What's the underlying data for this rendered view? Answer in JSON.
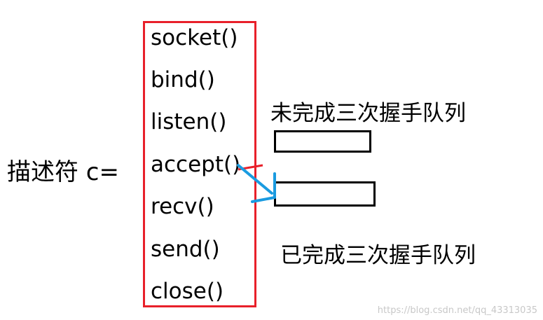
{
  "descriptor_label": "描述符  c=",
  "functions": [
    "socket()",
    "bind()",
    "listen()",
    "accept()",
    "recv()",
    "send()",
    "close()"
  ],
  "incomplete_queue_label": "未完成三次握手队列",
  "complete_queue_label": "已完成三次握手队列",
  "watermark": "https://blog.csdn.net/qq_43313035",
  "colors": {
    "box_border": "#e8202a",
    "arrow": "#1a9be0",
    "red_mark": "#e8202a"
  }
}
